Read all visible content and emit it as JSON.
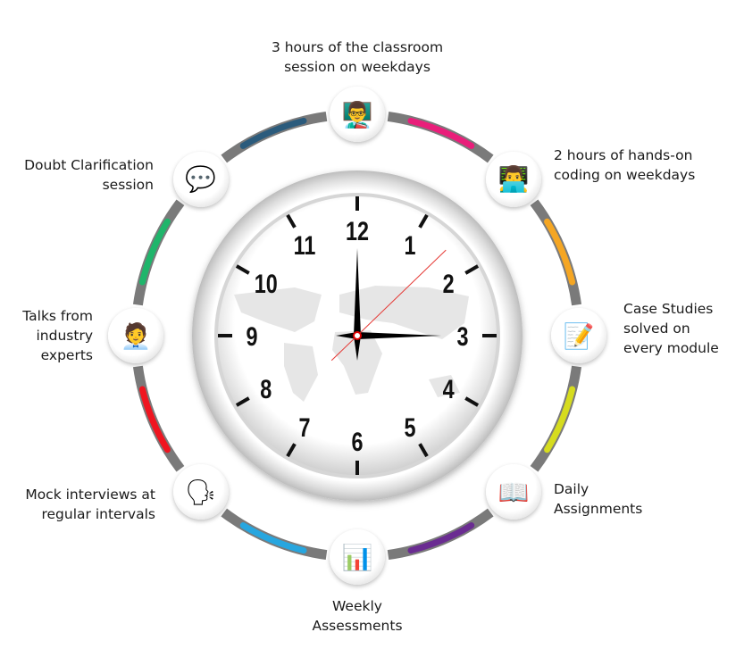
{
  "items": [
    {
      "lines": [
        "3 hours of the classroom",
        "session on weekdays"
      ],
      "icon": "classroom-presentation-icon",
      "glyph": "👨‍🏫",
      "color": "#e91e7a"
    },
    {
      "lines": [
        "2 hours of hands-on",
        "coding on weekdays"
      ],
      "icon": "coding-desk-icon",
      "glyph": "👨‍💻",
      "color": "#f5a623"
    },
    {
      "lines": [
        "Case Studies",
        "solved on",
        "every module"
      ],
      "icon": "document-signature-icon",
      "glyph": "📝",
      "color": "#d6dc1e"
    },
    {
      "lines": [
        "Daily",
        "Assignments"
      ],
      "icon": "open-book-icon",
      "glyph": "📖",
      "color": "#6a2c91"
    },
    {
      "lines": [
        "Weekly",
        "Assessments"
      ],
      "icon": "book-chart-icon",
      "glyph": "📊",
      "color": "#27a6df"
    },
    {
      "lines": [
        "Mock interviews at",
        "regular intervals"
      ],
      "icon": "interview-icon",
      "glyph": "🗣",
      "color": "#ef1520"
    },
    {
      "lines": [
        "Talks from",
        "industry",
        "experts"
      ],
      "icon": "speaker-podium-icon",
      "glyph": "🧑‍💼",
      "color": "#1fb56b"
    },
    {
      "lines": [
        "Doubt Clarification",
        "session"
      ],
      "icon": "discussion-icon",
      "glyph": "💬",
      "color": "#2b5b7c"
    }
  ],
  "clock": {
    "numbers": [
      "12",
      "1",
      "2",
      "3",
      "4",
      "5",
      "6",
      "7",
      "8",
      "9",
      "10",
      "11"
    ],
    "time": {
      "hour": 3,
      "minute": 0
    }
  }
}
